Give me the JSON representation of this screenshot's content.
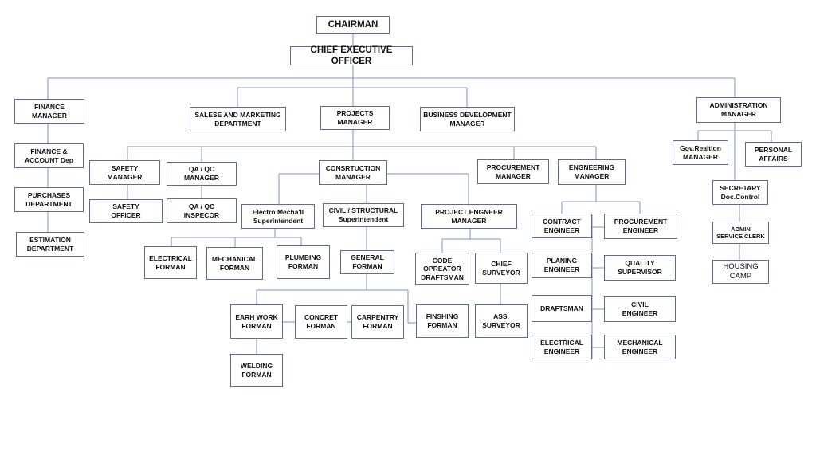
{
  "colors": {
    "line": "#7f93b8",
    "border": "#5a6f8f",
    "text": "#111111"
  },
  "nodes": {
    "chairman": "CHAIRMAN",
    "ceo": "CHIEF EXECUTIVE OFFICER",
    "finance_manager": "FINANCE\nMANAGER",
    "finance_account": "FINANCE &\nACCOUNT Dep",
    "purchases": "PURCHASES\nDEPARTMENT",
    "estimation": "ESTIMATION\nDEPARTMENT",
    "sales_marketing": "SALESE AND MARKETING\nDEPARTMENT",
    "projects_manager": "PROJECTS\nMANAGER",
    "business_dev": "BUSINESS DEVELOPMENT\nMANAGER",
    "admin_manager": "ADMINISTRATION\nMANAGER",
    "gov_relation": "Gov.Realtion\nMANAGER",
    "personal_affairs": "PERSONAL\nAFFAIRS",
    "secretary": "SECRETARY\nDoc.Control",
    "admin_clerk": "ADMIN\nSERVICE CLERK",
    "housing": "HOUSING\nCAMP",
    "safety_manager": "SAFETY\nMANAGER",
    "safety_officer": "SAFETY\nOFFICER",
    "qaqc_manager": "QA / QC\nMANAGER",
    "qaqc_inspector": "QA / QC\nINSPECOR",
    "construction_manager": "CONSRTUCTION\nMANAGER",
    "procurement_manager": "PROCUREMENT\nMANAGER",
    "engineering_manager": "ENGNEERING\nMANAGER",
    "electro_mech": "Electro Mecha'll\nSuperintendent",
    "civil_structural": "CIVIL / STRUCTURAL\nSuperintendent",
    "project_engineer_manager": "PROJECT ENGNEER\nMANAGER",
    "electrical_forman": "ELECTRICAL\nFORMAN",
    "mechanical_forman": "MECHANICAL\nFORMAN",
    "plumbing_forman": "PLUMBING\nFORMAN",
    "general_forman": "GENERAL\nFORMAN",
    "code_operator": "CODE\nOPREATOR\nDRAFTSMAN",
    "chief_surveyor": "CHIEF\nSURVEYOR",
    "ass_surveyor": "ASS.\nSURVEYOR",
    "earthwork_forman": "EARH WORK\nFORMAN",
    "concrete_forman": "CONCRET\nFORMAN",
    "carpentry_forman": "CARPENTRY\nFORMAN",
    "finishing_forman": "FINSHING\nFORMAN",
    "welding_forman": "WELDING\nFORMAN",
    "contract_engineer": "CONTRACT\nENGINEER",
    "procurement_engineer": "PROCUREMENT\nENGINEER",
    "planning_engineer": "PLANING\nENGINEER",
    "quality_supervisor": "QUALITY\nSUPERVISOR",
    "draftsman": "DRAFTSMAN",
    "civil_engineer": "CIVIL\nENGINEER",
    "electrical_engineer": "ELECTRICAL\nENGINEER",
    "mechanical_engineer": "MECHANICAL\nENGINEER"
  }
}
